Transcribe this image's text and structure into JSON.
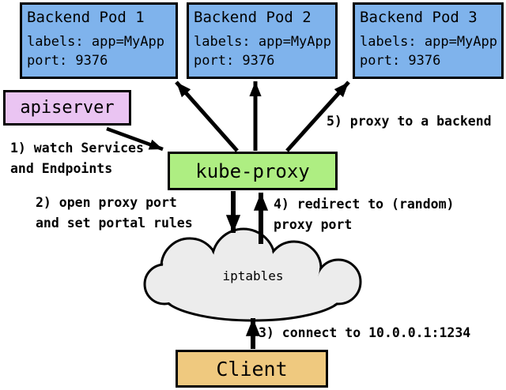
{
  "pods": [
    {
      "title": "Backend Pod 1",
      "labels_line": "labels: app=MyApp",
      "port_line": "port: 9376"
    },
    {
      "title": "Backend Pod 2",
      "labels_line": "labels: app=MyApp",
      "port_line": "port: 9376"
    },
    {
      "title": "Backend Pod 3",
      "labels_line": "labels: app=MyApp",
      "port_line": "port: 9376"
    }
  ],
  "apiserver_label": "apiserver",
  "kube_proxy_label": "kube-proxy",
  "iptables_label": "iptables",
  "client_label": "Client",
  "steps": {
    "step1_line1": "1) watch Services",
    "step1_line2": "and Endpoints",
    "step2_line1": "2) open proxy port",
    "step2_line2": "and set portal rules",
    "step3": "3) connect to 10.0.0.1:1234",
    "step4_line1": "4) redirect to (random)",
    "step4_line2": "proxy port",
    "step5": "5) proxy to a backend"
  },
  "colors": {
    "pod_fill": "#7fb3ec",
    "apiserver_fill": "#eac4f2",
    "kube_proxy_fill": "#aeee82",
    "cloud_fill": "#ececec",
    "client_fill": "#efc97f",
    "border": "#000000",
    "background": "#ffffff"
  }
}
